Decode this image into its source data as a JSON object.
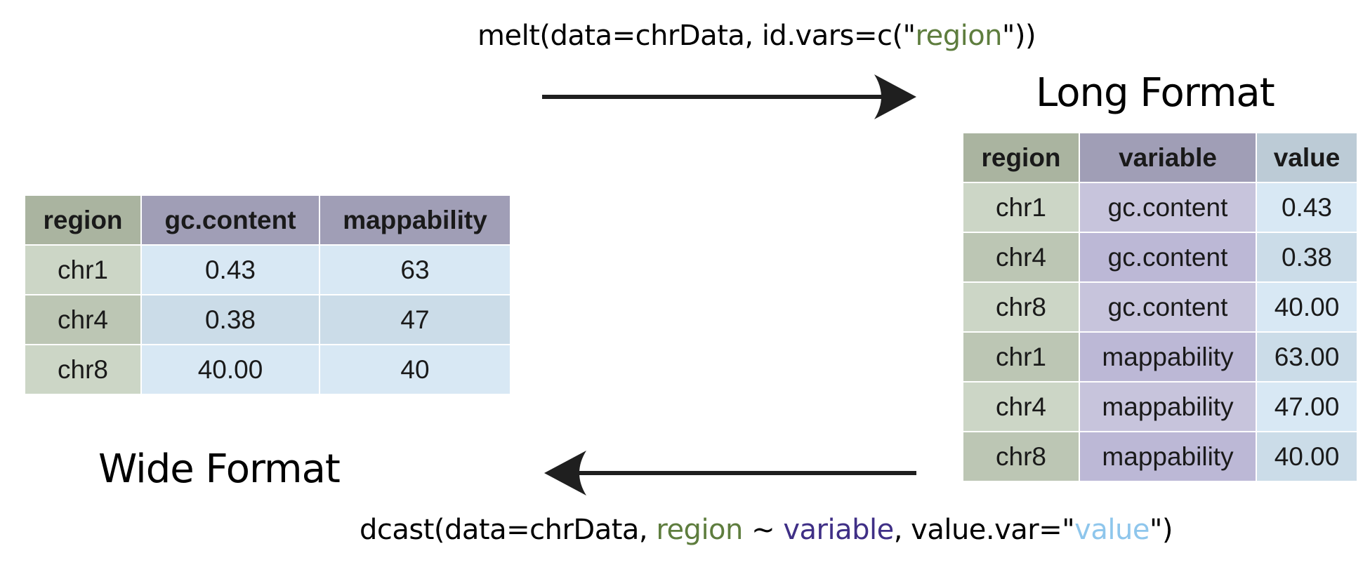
{
  "melt": {
    "prefix": "melt(data=chrData, id.vars=c(\"",
    "region": "region",
    "suffix": "\"))"
  },
  "dcast": {
    "prefix": "dcast(data=chrData, ",
    "region": "region",
    "tilde": " ~ ",
    "variable": "variable",
    "mid": ", value.var=\"",
    "value": "value",
    "suffix": "\")"
  },
  "long_format": {
    "title": "Long Format",
    "columns": [
      "region",
      "variable",
      "value"
    ],
    "rows": [
      [
        "chr1",
        "gc.content",
        "0.43"
      ],
      [
        "chr4",
        "gc.content",
        "0.38"
      ],
      [
        "chr8",
        "gc.content",
        "40.00"
      ],
      [
        "chr1",
        "mappability",
        "63.00"
      ],
      [
        "chr4",
        "mappability",
        "47.00"
      ],
      [
        "chr8",
        "mappability",
        "40.00"
      ]
    ]
  },
  "wide_format": {
    "title": "Wide Format",
    "columns": [
      "region",
      "gc.content",
      "mappability"
    ],
    "rows": [
      [
        "chr1",
        "0.43",
        "63"
      ],
      [
        "chr4",
        "0.38",
        "47"
      ],
      [
        "chr8",
        "40.00",
        "40"
      ]
    ]
  },
  "colors": {
    "region_green": "#5e7d3e",
    "variable_purple": "#3f2f86",
    "value_blue": "#8ec6ec",
    "region_header": "#aab4a0",
    "region_cell_light": "#ccd6c6",
    "region_cell_dark": "#bcc6b4",
    "variable_header": "#a09eb6",
    "variable_cell_light": "#c7c4dc",
    "variable_cell_dark": "#bcb8d6",
    "value_header": "#bccbd6",
    "value_cell_light": "#d8e8f4",
    "value_cell_dark": "#cbdce8",
    "arrow": "#1f1f1f"
  }
}
